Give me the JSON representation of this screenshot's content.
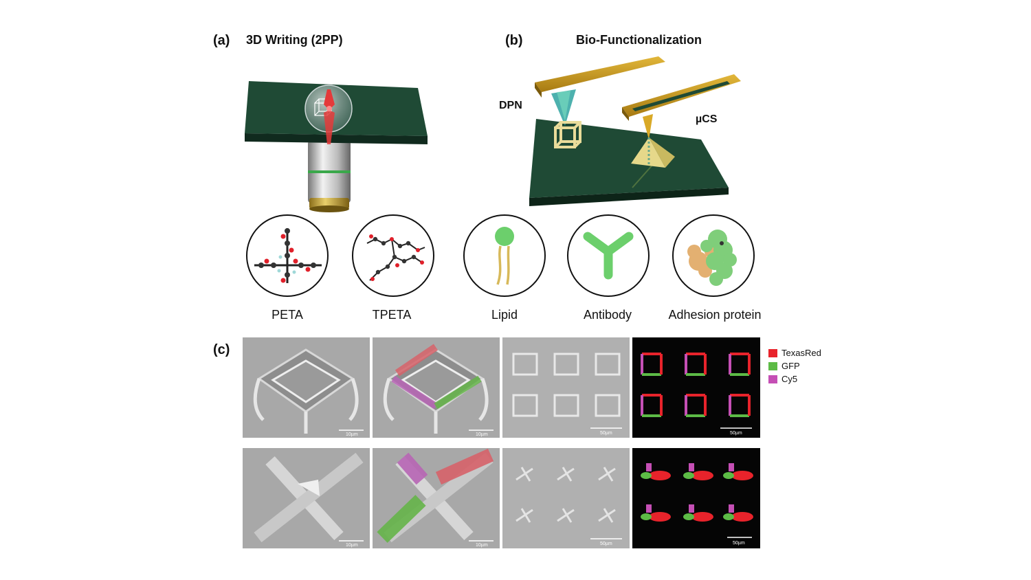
{
  "panels": {
    "a": {
      "label": "(a)",
      "title": "3D Writing (2PP)"
    },
    "b": {
      "label": "(b)",
      "title": "Bio-Functionalization",
      "tip_labels": [
        "DPN",
        "µCS"
      ]
    },
    "c": {
      "label": "(c)"
    }
  },
  "molecules": [
    {
      "label": "PETA",
      "icon": "peta-molecule"
    },
    {
      "label": "TPETA",
      "icon": "tpeta-molecule"
    },
    {
      "label": "Lipid",
      "icon": "lipid"
    },
    {
      "label": "Antibody",
      "icon": "antibody"
    },
    {
      "label": "Adhesion protein",
      "icon": "adhesion-protein"
    }
  ],
  "micrographs": {
    "scale_bars": [
      "10µm",
      "10µm",
      "50µm",
      "50µm",
      "10µm",
      "10µm",
      "50µm",
      "50µm"
    ]
  },
  "legend": [
    {
      "label": "TexasRed",
      "color": "#e8232b"
    },
    {
      "label": "GFP",
      "color": "#5dbb46"
    },
    {
      "label": "Cy5",
      "color": "#c54fb5"
    }
  ],
  "colors": {
    "substrate": "#1f4a35",
    "cantilever": "#c79a1e",
    "molecule_green": "#6ccf6c",
    "sem_gray": "#a7a7a7"
  }
}
